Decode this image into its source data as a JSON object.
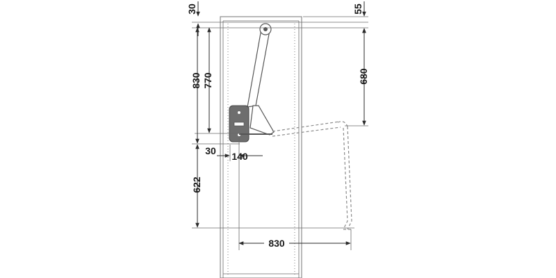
{
  "dimensions": {
    "top_offset": "30",
    "top_right_offset": "55",
    "total_height": "830",
    "arm_height": "770",
    "lowered_drop": "680",
    "side_offset": "30",
    "mechanism_depth": "140",
    "lower_height": "622",
    "horizontal_reach": "830"
  },
  "colors": {
    "line": "#2a2a2a",
    "cabinet": "#8a8a8a",
    "dashed_path": "#8a8a8a",
    "background": "#ffffff"
  }
}
